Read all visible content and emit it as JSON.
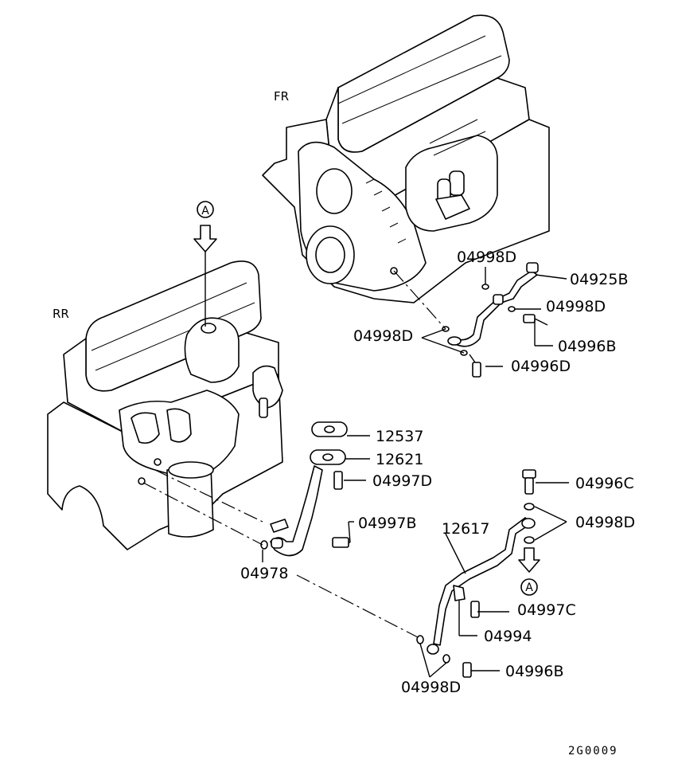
{
  "diagram": {
    "views": {
      "front_label": "FR",
      "rear_label": "RR"
    },
    "reference_marker": "A",
    "drawing_code": "2G0009",
    "parts": [
      {
        "id": "p1",
        "number": "04998D"
      },
      {
        "id": "p2",
        "number": "04925B"
      },
      {
        "id": "p3",
        "number": "04998D"
      },
      {
        "id": "p4",
        "number": "04998D"
      },
      {
        "id": "p5",
        "number": "04996B"
      },
      {
        "id": "p6",
        "number": "04996D"
      },
      {
        "id": "p7",
        "number": "12537"
      },
      {
        "id": "p8",
        "number": "12621"
      },
      {
        "id": "p9",
        "number": "04997D"
      },
      {
        "id": "p10",
        "number": "04997B"
      },
      {
        "id": "p11",
        "number": "04978"
      },
      {
        "id": "p12",
        "number": "04996C"
      },
      {
        "id": "p13",
        "number": "12617"
      },
      {
        "id": "p14",
        "number": "04998D"
      },
      {
        "id": "p15",
        "number": "04997C"
      },
      {
        "id": "p16",
        "number": "04994"
      },
      {
        "id": "p17",
        "number": "04996B"
      },
      {
        "id": "p18",
        "number": "04998D"
      }
    ]
  }
}
